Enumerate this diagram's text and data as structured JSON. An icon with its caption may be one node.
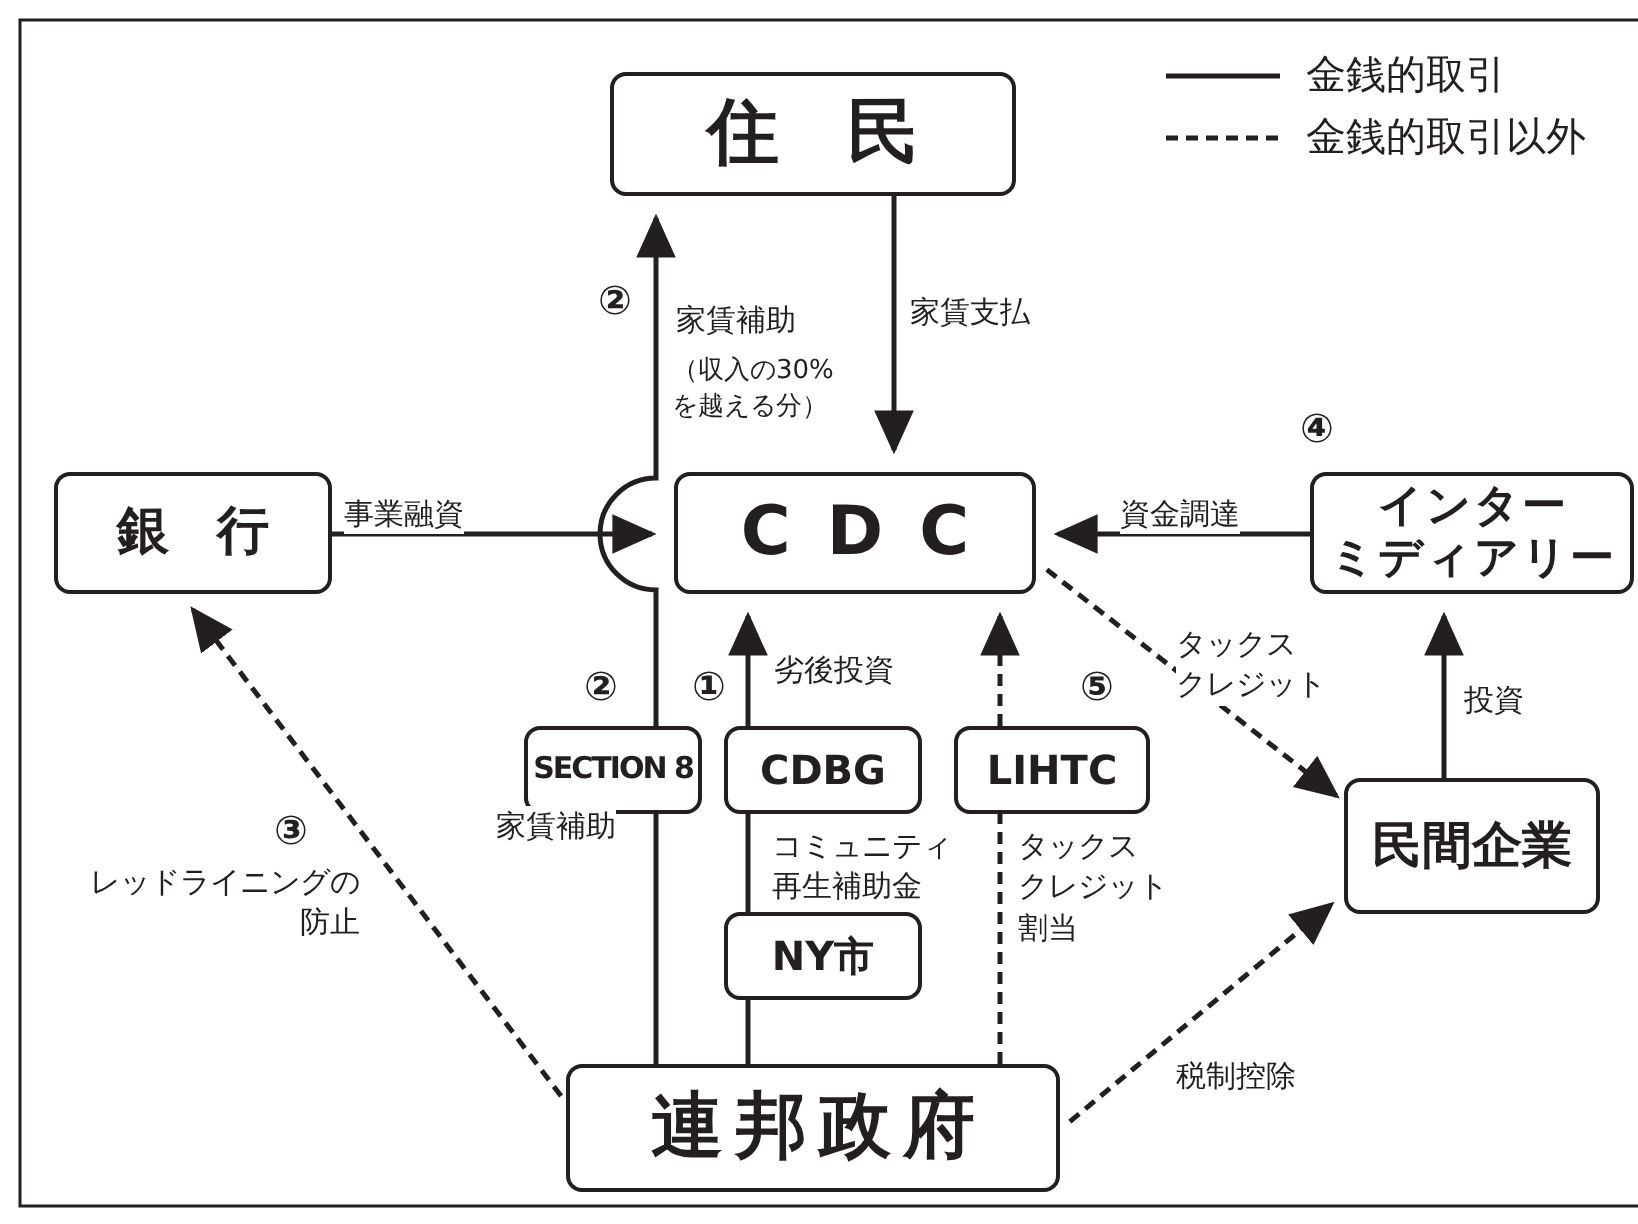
{
  "diagram": {
    "nodes": [
      {
        "text": [
          "住民"
        ]
      },
      {
        "text": [
          "銀行"
        ]
      },
      {
        "text": [
          "CDC"
        ]
      },
      {
        "text": [
          "インターミディアリー"
        ]
      },
      {
        "text": [
          "SECTION 8"
        ]
      },
      {
        "text": [
          "CDBG"
        ]
      },
      {
        "text": [
          "LIHTC"
        ]
      },
      {
        "text": [
          "民間企業"
        ]
      },
      {
        "text": [
          "NY市"
        ]
      },
      {
        "text": [
          "連邦政府"
        ]
      }
    ],
    "edges": [
      {
        "from": 4,
        "to": 0,
        "arrow": "to",
        "label": "家賃補助"
      },
      {
        "from": 0,
        "to": 2,
        "arrow": "to",
        "label": "家賃支払"
      },
      {
        "from": 1,
        "to": 2,
        "arrow": "to",
        "label": "事業融資"
      },
      {
        "from": 3,
        "to": 2,
        "arrow": "to",
        "label": "資金調達"
      },
      {
        "from": 2,
        "to": 7,
        "arrow": "to",
        "style": "dashed",
        "label": "タックスクレジット"
      },
      {
        "from": 7,
        "to": 3,
        "arrow": "to",
        "label": "投資"
      },
      {
        "from": 5,
        "to": 2,
        "arrow": "to",
        "label": "劣後投資"
      },
      {
        "from": 8,
        "to": 5,
        "arrow": "none",
        "label": "コミュニティ再生補助金"
      },
      {
        "from": 9,
        "to": 8,
        "arrow": "none"
      },
      {
        "from": 6,
        "to": 2,
        "arrow": "to",
        "style": "dashed"
      },
      {
        "from": 9,
        "to": 6,
        "arrow": "none",
        "style": "dashed",
        "label": "タックスクレジット割当"
      },
      {
        "from": 9,
        "to": 1,
        "arrow": "to",
        "style": "dashed",
        "label": "レッドライニングの防止"
      },
      {
        "from": 9,
        "to": 7,
        "arrow": "to",
        "style": "dashed",
        "label": "税制控除"
      },
      {
        "from": 9,
        "to": 4,
        "arrow": "none",
        "label": "家賃補助"
      }
    ],
    "labels": [
      "②",
      "（収入の30%を越える分）",
      "④",
      "②",
      "①",
      "⑤",
      "③"
    ],
    "legend": [
      {
        "text": "金銭的取引"
      },
      {
        "text": "金銭的取引以外"
      }
    ]
  }
}
